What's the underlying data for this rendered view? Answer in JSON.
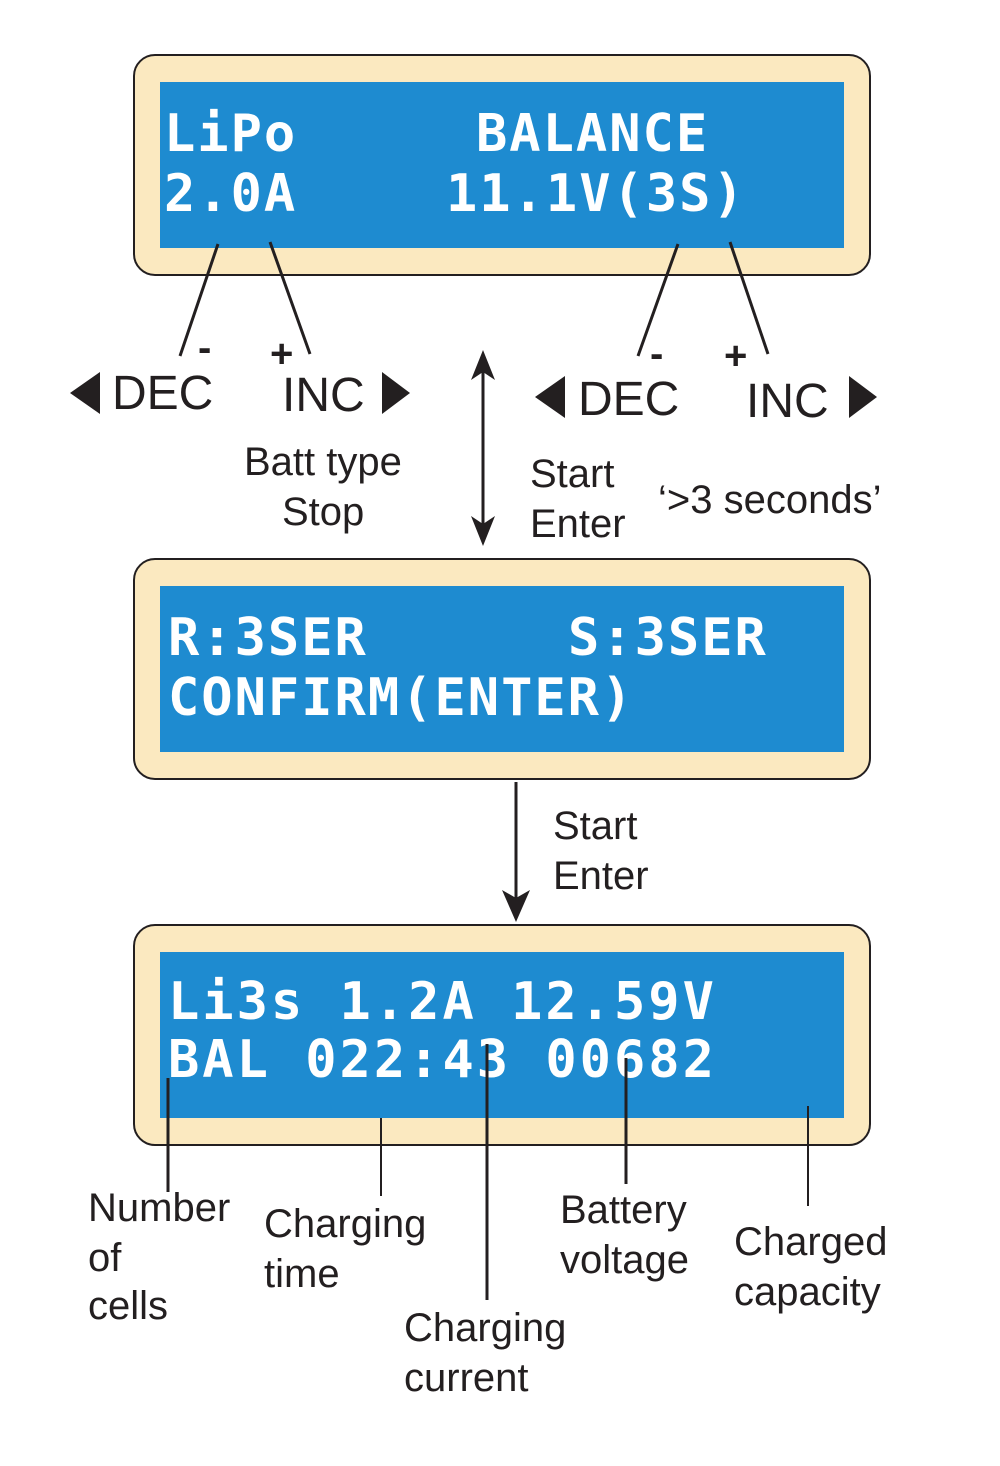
{
  "screen1": {
    "line1_left": "LiPo",
    "line1_right": "BALANCE",
    "line2_left": "2.0A",
    "line2_right": "11.1V(3S)"
  },
  "screen2": {
    "line1_left": "R:3SER",
    "line1_right": "S:3SER",
    "line2": "CONFIRM(ENTER)"
  },
  "screen3": {
    "line1": "Li3s 1.2A 12.59V",
    "line2": "BAL 022:43 00682"
  },
  "keys": {
    "minus": "-",
    "plus": "+",
    "dec": "DEC",
    "inc": "INC",
    "dec_right": "DEC",
    "inc_right": "INC"
  },
  "notes": {
    "batt_type": "Batt type",
    "stop": "Stop",
    "start": "Start",
    "enter": "Enter",
    "hold": "‘>3 seconds’",
    "start2": "Start",
    "enter2": "Enter"
  },
  "legend": {
    "cells_1": "Number",
    "cells_2": "of",
    "cells_3": "cells",
    "time_1": "Charging",
    "time_2": "time",
    "current_1": "Charging",
    "current_2": "current",
    "voltage_1": "Battery",
    "voltage_2": "voltage",
    "capacity_1": "Charged",
    "capacity_2": "capacity"
  },
  "colors": {
    "lcd": "#1e8bd0",
    "frame": "#fbe9c0",
    "ink": "#231f20",
    "lcd_text": "#ffffff"
  }
}
